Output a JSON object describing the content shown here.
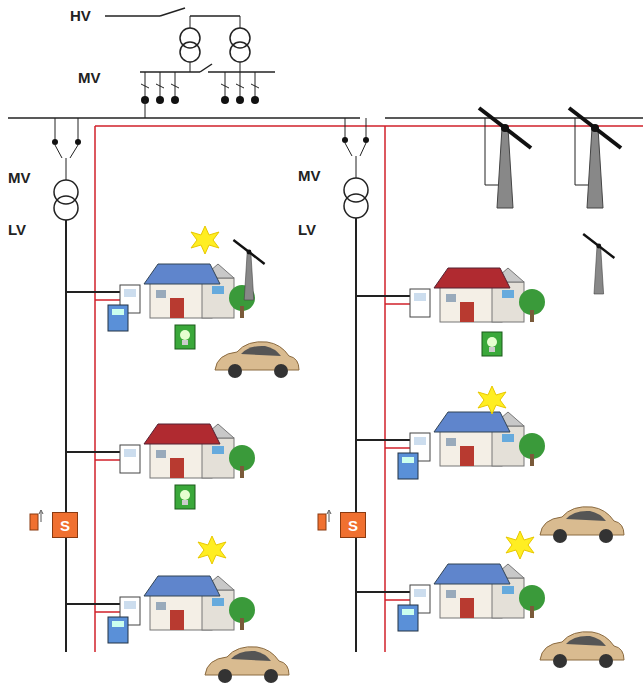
{
  "diagram": {
    "nodes": [
      {
        "text": [
          "S"
        ]
      },
      {
        "text": [
          "S"
        ]
      }
    ],
    "labels": [
      "HV",
      "MV",
      "MV",
      "LV",
      "MV",
      "LV"
    ]
  }
}
